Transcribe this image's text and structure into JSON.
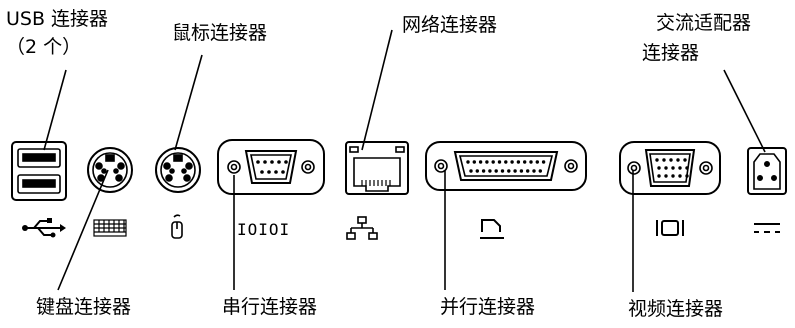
{
  "labels": {
    "usb": "USB 连接器",
    "usb_count": "（2 个）",
    "mouse": "鼠标连接器",
    "network": "网络连接器",
    "ac_line1": "交流适配器",
    "ac_line2": "连接器",
    "keyboard": "键盘连接器",
    "serial": "串行连接器",
    "parallel": "并行连接器",
    "video": "视频连接器"
  },
  "symbols": {
    "serial": "IOIOI"
  },
  "icons": [
    "usb-icon",
    "keyboard-icon",
    "mouse-icon",
    "serial-icon",
    "network-icon",
    "parallel-icon",
    "video-icon",
    "dc-power-icon"
  ]
}
